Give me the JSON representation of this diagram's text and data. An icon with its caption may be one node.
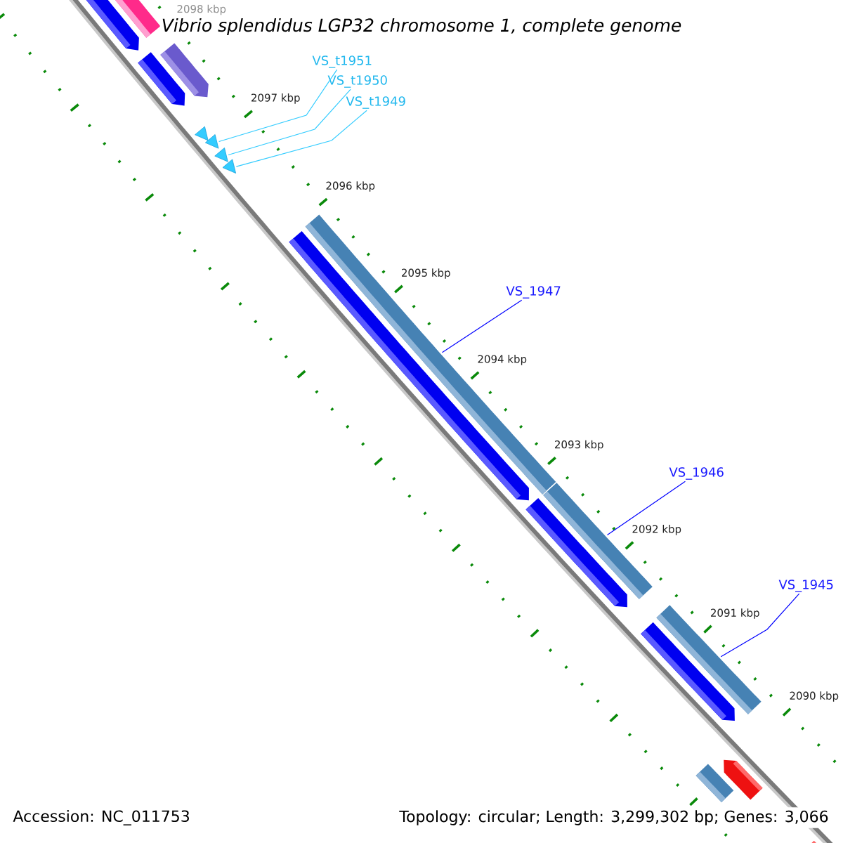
{
  "diagram": {
    "title": "Vibrio splendidus LGP32 chromosome 1, complete genome",
    "nodes": [
      {
        "text": [
          "VS_t1951"
        ]
      },
      {
        "text": [
          "VS_t1950"
        ]
      },
      {
        "text": [
          "VS_t1949"
        ]
      },
      {
        "text": [
          "VS_1947"
        ]
      },
      {
        "text": [
          "VS_1946"
        ]
      },
      {
        "text": [
          "VS_1945"
        ]
      },
      {
        "text": [],
        "shape": "arrow"
      },
      {
        "text": [],
        "shape": "bar"
      },
      {
        "text": [],
        "shape": "arrow"
      },
      {
        "text": [],
        "shape": "arrow"
      },
      {
        "text": [],
        "shape": "triangle"
      },
      {
        "text": [],
        "shape": "triangle"
      },
      {
        "text": [],
        "shape": "triangle"
      },
      {
        "text": [],
        "shape": "triangle"
      },
      {
        "text": [],
        "shape": "bar"
      },
      {
        "text": [],
        "shape": "arrow"
      },
      {
        "text": [],
        "shape": "bar"
      },
      {
        "text": [],
        "shape": "arrow"
      },
      {
        "text": [],
        "shape": "bar"
      },
      {
        "text": [],
        "shape": "arrow"
      },
      {
        "text": [],
        "shape": "arrow"
      },
      {
        "text": [],
        "shape": "bar"
      },
      {
        "text": [],
        "shape": "bar"
      }
    ],
    "edges": [
      {
        "from": 0,
        "to": 11,
        "arrow": "none",
        "color": "#33ccff"
      },
      {
        "from": 1,
        "to": 12,
        "arrow": "none",
        "color": "#33ccff"
      },
      {
        "from": 2,
        "to": 13,
        "arrow": "none",
        "color": "#33ccff"
      },
      {
        "from": 3,
        "to": 14,
        "arrow": "none",
        "color": "#0000ff"
      },
      {
        "from": 4,
        "to": 16,
        "arrow": "none",
        "color": "#0000ff"
      },
      {
        "from": 5,
        "to": 18,
        "arrow": "none",
        "color": "#0000ff"
      }
    ],
    "labels": [
      "2098 kbp",
      "2097 kbp",
      "2096 kbp",
      "2095 kbp",
      "2094 kbp",
      "2093 kbp",
      "2092 kbp",
      "2091 kbp",
      "2090 kbp",
      "Accession: NC_011753",
      "Topology: circular; Length: 3,299,302 bp; Genes: 3,066"
    ]
  }
}
